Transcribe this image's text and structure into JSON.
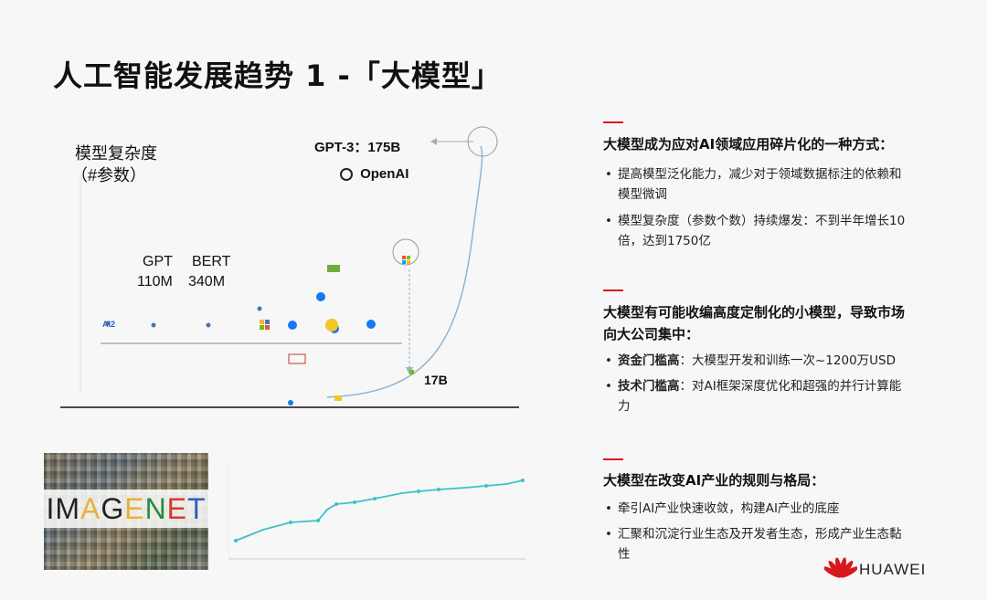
{
  "slide": {
    "title": "人工智能发展趋势 1 -「大模型」"
  },
  "chart": {
    "ylabel_line1": "模型复杂度",
    "ylabel_line2": "（#参数）",
    "gpt3_label": "GPT-3：175B",
    "openai_label": "OpenAI",
    "gpt_label": "GPT",
    "gpt_value": "110M",
    "bert_label": "BERT",
    "bert_value": "340M",
    "label_17b": "17B",
    "ai2_label": "AI2"
  },
  "chart_data": {
    "type": "scatter",
    "title": "",
    "ylabel": "模型复杂度（#参数）",
    "xlabel": "",
    "annotations": [
      {
        "model": "GPT",
        "value": "110M"
      },
      {
        "model": "BERT",
        "value": "340M"
      },
      {
        "model": "GPT-3",
        "value": "175B"
      },
      {
        "model": "",
        "value": "17B"
      }
    ],
    "grid": false
  },
  "imagenet": {
    "logo_text": "IMAGENET",
    "accent_colors": [
      "#e8b23a",
      "#2a8a3e",
      "#d83a2e",
      "#2d5fb8"
    ]
  },
  "sections": [
    {
      "heading": "大模型成为应对AI领域应用碎片化的一种方式：",
      "bullets": [
        {
          "bold": "",
          "text": "提高模型泛化能力，减少对于领域数据标注的依赖和模型微调"
        },
        {
          "bold": "",
          "text": "模型复杂度（参数个数）持续爆发：不到半年增长10倍，达到1750亿"
        }
      ]
    },
    {
      "heading": "大模型有可能收编高度定制化的小模型，导致市场向大公司集中：",
      "bullets": [
        {
          "bold": "资金门槛高",
          "text": "：大模型开发和训练一次~1200万USD"
        },
        {
          "bold": "技术门槛高",
          "text": "：对AI框架深度优化和超强的并行计算能力"
        }
      ]
    },
    {
      "heading": "大模型在改变AI产业的规则与格局：",
      "bullets": [
        {
          "bold": "",
          "text": "牵引AI产业快速收敛，构建AI产业的底座"
        },
        {
          "bold": "",
          "text": "汇聚和沉淀行业生态及开发者生态，形成产业生态黏性"
        }
      ]
    }
  ],
  "brand": {
    "name": "HUAWEI",
    "color": "#d7191f"
  },
  "colors": {
    "accent_red": "#d7191f",
    "chart_line": "#3ec1c9"
  }
}
